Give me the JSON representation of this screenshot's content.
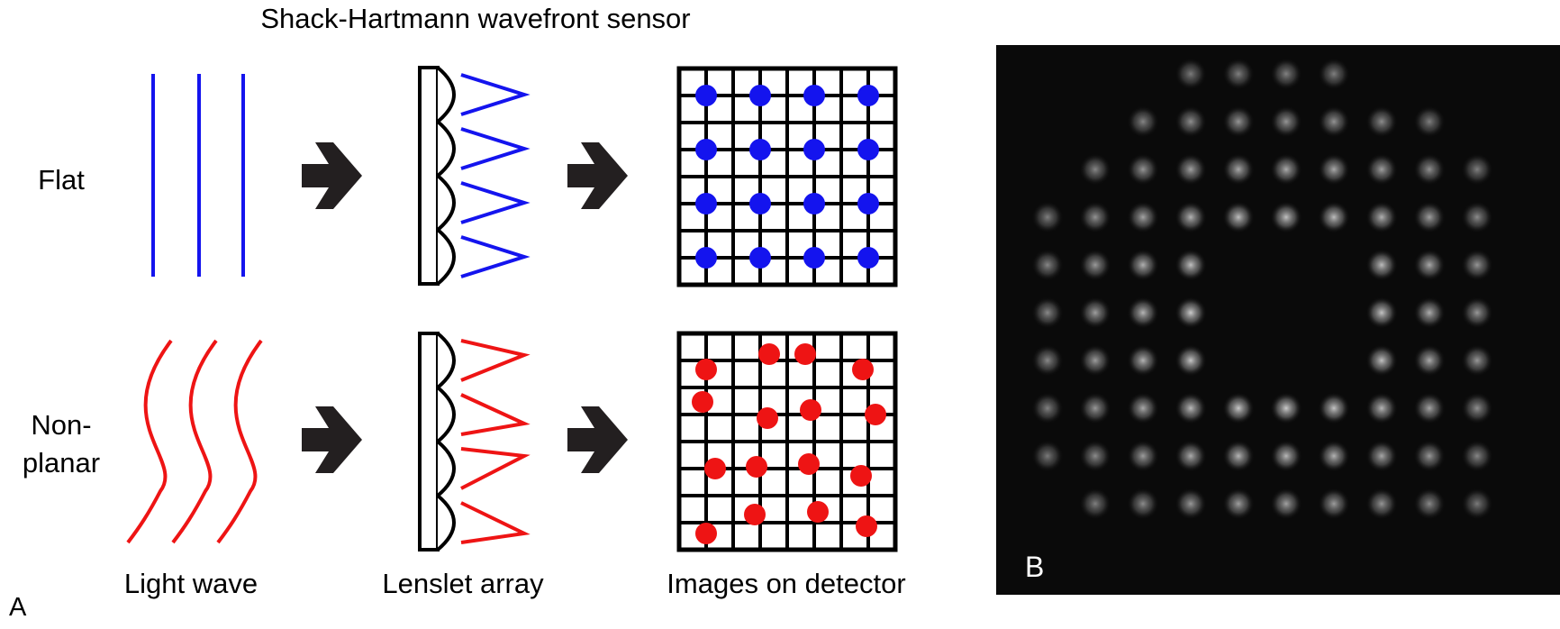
{
  "title": "Shack-Hartmann wavefront sensor",
  "rows": {
    "flat": {
      "label": "Flat"
    },
    "nonplanar": {
      "label_line1": "Non-",
      "label_line2": "planar"
    }
  },
  "columns": {
    "light_wave": "Light wave",
    "lenslet_array": "Lenslet array",
    "detector": "Images on detector"
  },
  "panels": {
    "a": "A",
    "b": "B"
  },
  "colors": {
    "flat": "#1414ee",
    "nonplanar": "#ee1414",
    "arrow": "#231f20",
    "ink": "#000000",
    "sensor_bg": "#0a0a0a"
  },
  "icons": {
    "arrow": "right-arrow-icon"
  }
}
